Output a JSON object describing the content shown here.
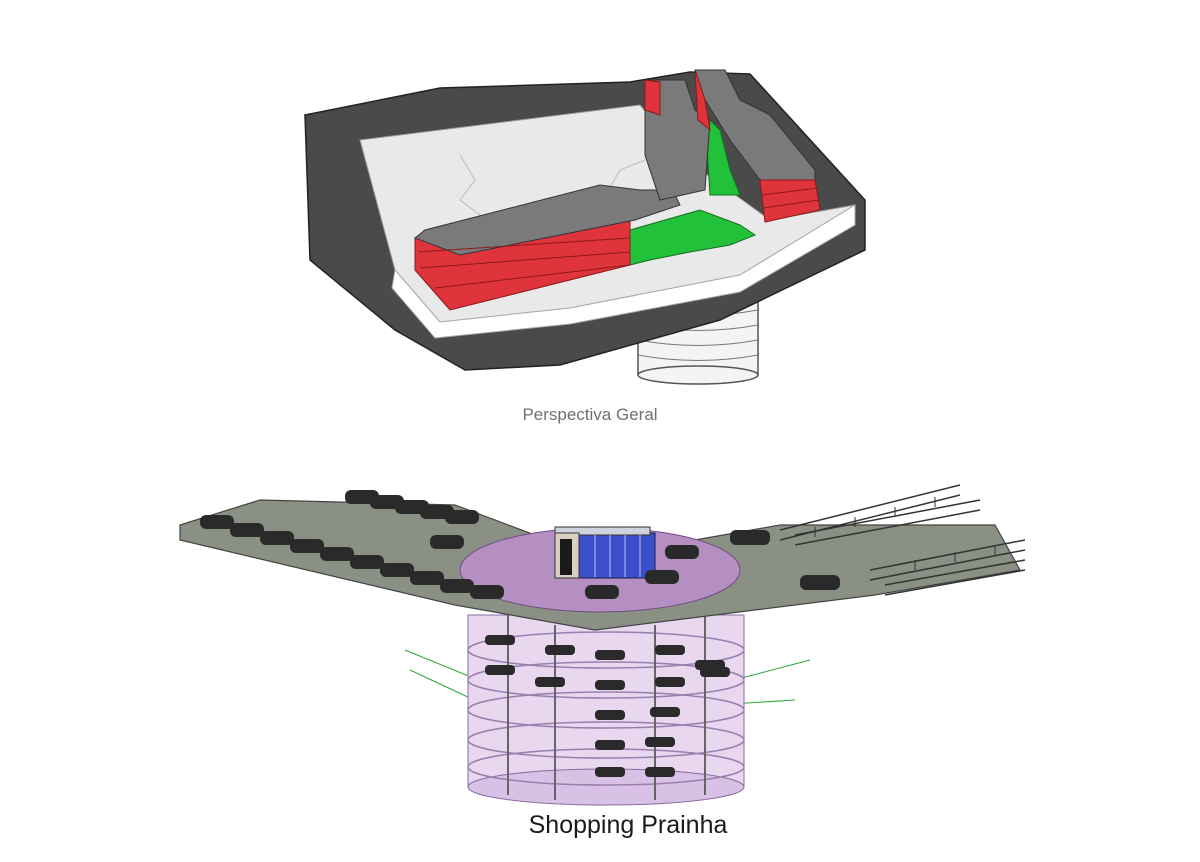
{
  "figures": [
    {
      "caption": "Perspectiva Geral",
      "icon": "building-perspective-render"
    },
    {
      "caption": "Shopping Prainha",
      "icon": "cylindrical-parking-tower-render"
    }
  ],
  "colors": {
    "dark_gray": "#4a4a4a",
    "roof_gray": "#7a7a7a",
    "facade_red": "#e0343c",
    "green_area": "#22c13a",
    "purple_platform": "#b58fc2",
    "deck_gray": "#8a9184",
    "glass_blue": "#3a4fc8"
  }
}
